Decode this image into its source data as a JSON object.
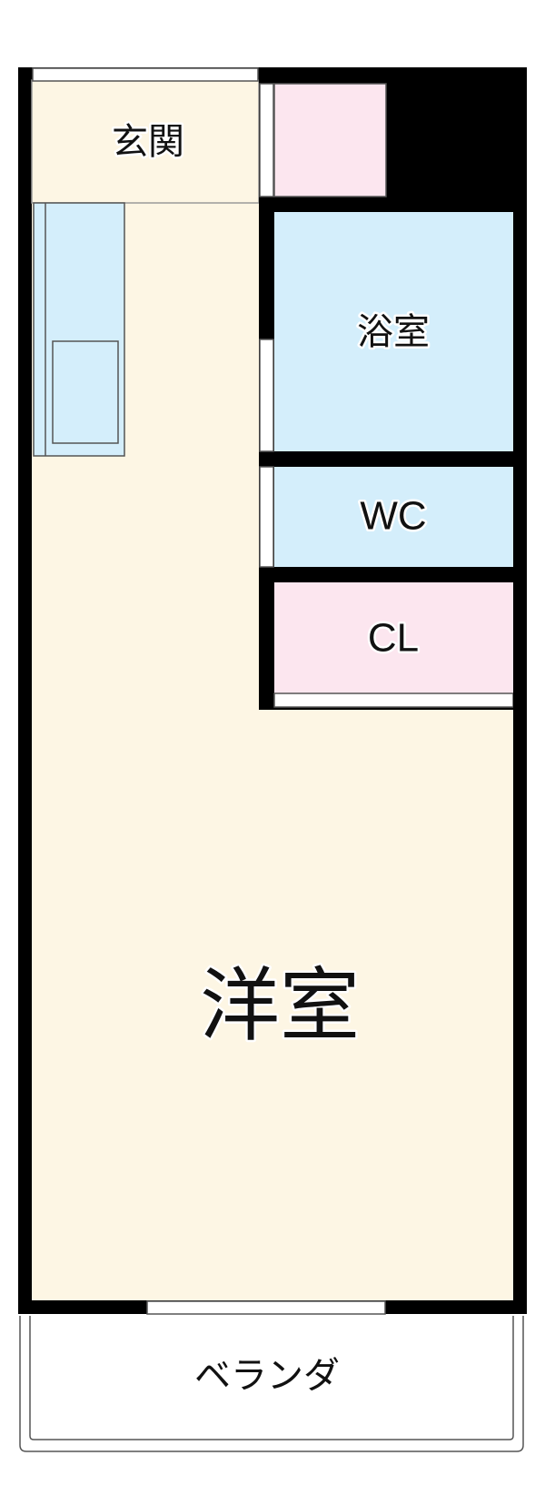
{
  "floorplan": {
    "rooms": {
      "entrance": {
        "label": "玄関"
      },
      "bath": {
        "label": "浴室"
      },
      "toilet": {
        "label": "WC"
      },
      "closet": {
        "label": "CL"
      },
      "western_room": {
        "label": "洋室"
      },
      "veranda": {
        "label": "ベランダ"
      }
    },
    "colors": {
      "wall": "#000000",
      "floor": "#fdf6e4",
      "wet_area": "#d4eefb",
      "storage": "#fce6ef",
      "veranda": "#ffffff",
      "line": "#555555"
    }
  }
}
